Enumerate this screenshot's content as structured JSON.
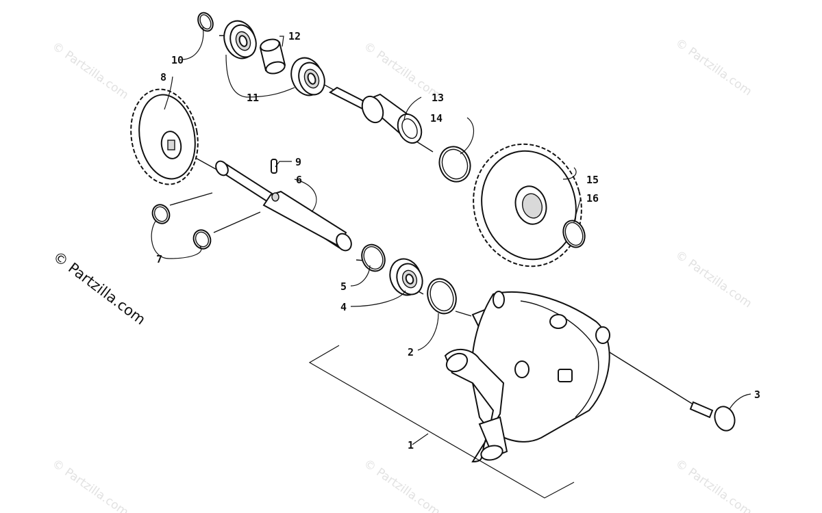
{
  "diagram": {
    "watermark_main": "© Partzilla.com",
    "watermark_small": "© Partzilla.com",
    "callouts": [
      {
        "id": "1",
        "label": "1"
      },
      {
        "id": "2",
        "label": "2"
      },
      {
        "id": "3",
        "label": "3"
      },
      {
        "id": "4",
        "label": "4"
      },
      {
        "id": "5",
        "label": "5"
      },
      {
        "id": "6",
        "label": "6"
      },
      {
        "id": "7",
        "label": "7"
      },
      {
        "id": "8",
        "label": "8"
      },
      {
        "id": "9",
        "label": "9"
      },
      {
        "id": "10",
        "label": "10"
      },
      {
        "id": "11",
        "label": "11"
      },
      {
        "id": "12",
        "label": "12"
      },
      {
        "id": "13",
        "label": "13"
      },
      {
        "id": "14",
        "label": "14"
      },
      {
        "id": "15",
        "label": "15"
      },
      {
        "id": "16",
        "label": "16"
      }
    ]
  }
}
